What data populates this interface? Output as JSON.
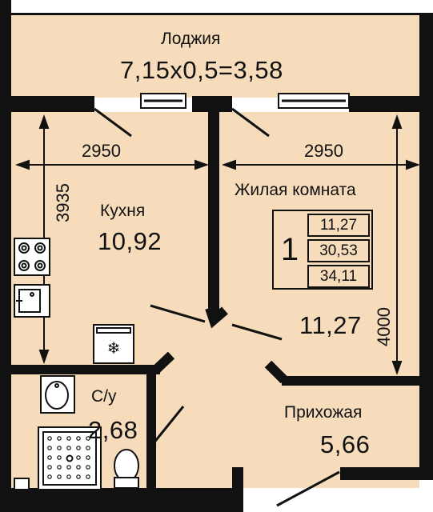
{
  "rooms": {
    "loggia": {
      "name": "Лоджия",
      "area": "7,15x0,5=3,58"
    },
    "kitchen": {
      "name": "Кухня",
      "area": "10,92"
    },
    "living": {
      "name": "Жилая комната",
      "area": "11,27"
    },
    "bathroom": {
      "name": "С/у",
      "area": "2,68"
    },
    "hallway": {
      "name": "Прихожая",
      "area": "5,66"
    }
  },
  "dimensions": {
    "kitchen_width": "2950",
    "living_width": "2950",
    "kitchen_depth": "3935",
    "living_depth": "4000"
  },
  "summary": {
    "rooms_count": "1",
    "living_area": "11,27",
    "total_area_without_loggia": "30,53",
    "total_area": "34,11"
  },
  "colors": {
    "floor": "#f6dcbb",
    "wall": "#111111",
    "background": "#ffffff"
  }
}
